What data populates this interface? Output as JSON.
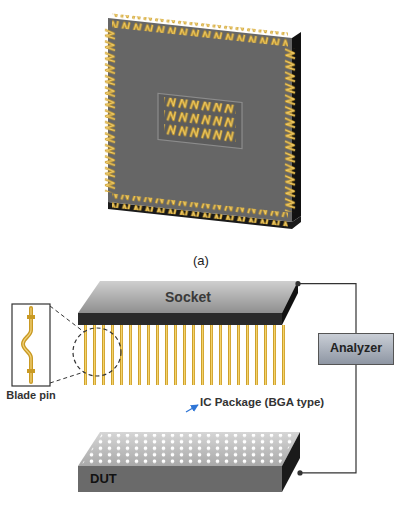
{
  "diagram": {
    "nodes": [
      {
        "text": [
          "Socket"
        ]
      },
      {
        "text": [
          "Blade pin"
        ]
      },
      {
        "text": [
          "Analyzer"
        ]
      },
      {
        "text": [
          "DUT"
        ]
      }
    ],
    "edges": [
      {
        "from": 0,
        "to": 2,
        "arrow": "none"
      },
      {
        "from": 3,
        "to": 2,
        "arrow": "none"
      }
    ],
    "labels": [
      "(a)",
      "IC Package (BGA type)"
    ]
  }
}
